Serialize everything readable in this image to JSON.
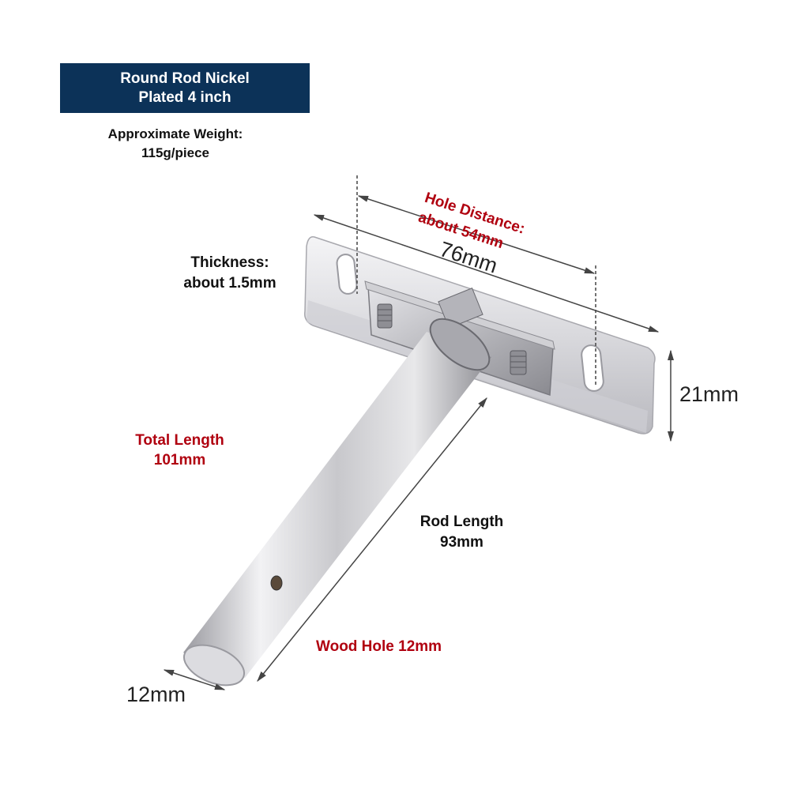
{
  "header": {
    "title_line1": "Round Rod Nickel",
    "title_line2": "Plated 4 inch",
    "background_color": "#0c3258"
  },
  "weight": {
    "label": "Approximate Weight:",
    "value": "115g/piece"
  },
  "annotations": {
    "thickness_label": "Thickness:",
    "thickness_value": "about 1.5mm",
    "hole_distance_label": "Hole Distance:",
    "hole_distance_value": "about 54mm",
    "total_length_label": "Total Length",
    "total_length_value": "101mm",
    "rod_length_label": "Rod Length",
    "rod_length_value": "93mm",
    "wood_hole": "Wood Hole 12mm"
  },
  "dimensions": {
    "plate_width": "76mm",
    "plate_height": "21mm",
    "rod_diameter": "12mm"
  },
  "colors": {
    "accent_red": "#b0000f",
    "text_dark": "#111111"
  }
}
